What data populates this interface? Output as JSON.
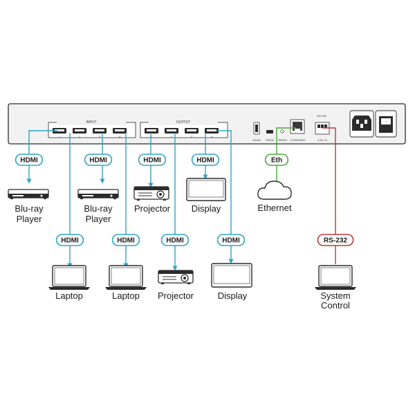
{
  "colors": {
    "hdmi": "#2aa5c5",
    "eth": "#4aa83a",
    "rs232": "#b53a36",
    "panel": "#f2f2f2",
    "outline": "#2b2b2b"
  },
  "device": {
    "input_header": "INPUT",
    "output_header": "OUTPUT",
    "ports": [
      "1",
      "2",
      "3",
      "4"
    ],
    "usb_label": "5V/2A",
    "prog_label": "PROG",
    "reset_label": "RESET",
    "ethernet_label": "ETHERNET",
    "rs232_label": "RS-232",
    "rs232_pins": "G Rx Tx"
  },
  "connections": {
    "hdmi": "HDMI",
    "eth": "Eth",
    "rs232": "RS-232"
  },
  "devices": {
    "bluray1": [
      "Blu-ray",
      "Player"
    ],
    "bluray2": [
      "Blu-ray",
      "Player"
    ],
    "projector1": "Projector",
    "display1": "Display",
    "ethernet": "Ethernet",
    "laptop1": "Laptop",
    "laptop2": "Laptop",
    "projector2": "Projector",
    "display2": "Display",
    "system_control": [
      "System",
      "Control"
    ]
  },
  "icons": [
    "blu-ray-player-icon",
    "projector-icon",
    "display-icon",
    "cloud-icon",
    "laptop-icon",
    "power-inlet-icon",
    "power-switch-icon"
  ]
}
